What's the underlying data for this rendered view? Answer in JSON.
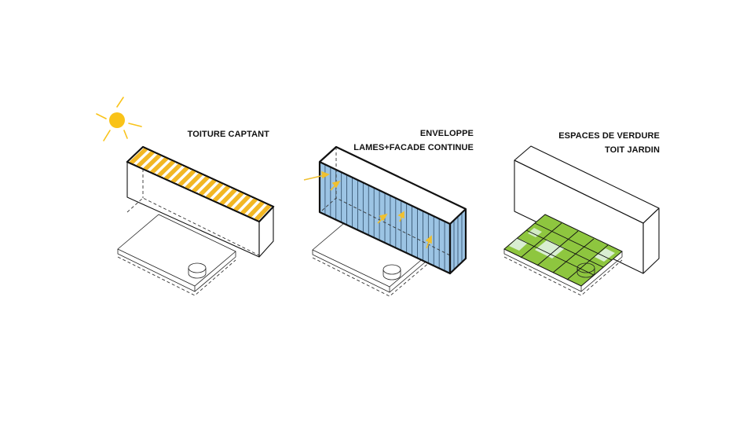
{
  "colors": {
    "sun": "#f9c319",
    "solar_panel": "#f2b724",
    "facade_blue": "#9cc4e4",
    "arrow_yellow": "#f0c030",
    "green_roof": "#8ec63f",
    "light_green": "#d9eed2",
    "line": "#111111"
  },
  "panels": [
    {
      "lines": [
        "TOITURE CAPTANT"
      ]
    },
    {
      "lines": [
        "ENVELOPPE",
        "LAMES+FACADE CONTINUE"
      ]
    },
    {
      "lines": [
        "ESPACES DE VERDURE",
        "TOIT JARDIN"
      ]
    }
  ],
  "icons": {
    "sun": "sun-icon",
    "arrows": "arrow-icon"
  }
}
